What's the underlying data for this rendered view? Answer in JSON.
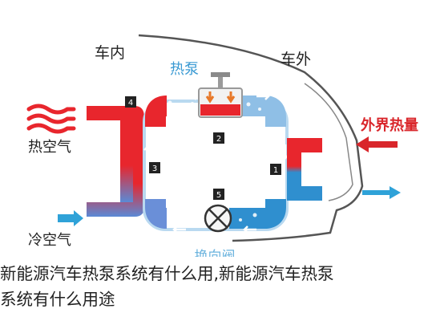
{
  "diagram": {
    "label_cabin": "车内",
    "label_outside": "车外",
    "label_heat_pump": "热泵",
    "label_external_heat": "外界热量",
    "label_hot_air": "热空气",
    "label_cold_air": "冷空气",
    "label_reversing_valve": "换向阀",
    "components": [
      {
        "number": "1"
      },
      {
        "number": "2"
      },
      {
        "number": "3"
      },
      {
        "number": "4"
      },
      {
        "number": "5"
      }
    ],
    "colors": {
      "hot": "#e8262d",
      "cold": "#2f8fcf",
      "pipe_light": "#b9d9f0",
      "arrow_red": "#d9262b",
      "arrow_blue": "#2fa2d8",
      "compressor_orange": "#e8792a"
    }
  },
  "caption": {
    "line1": "新能源汽车热泵系统有什么用,新能源汽车热泵",
    "line2": "系统有什么用途"
  }
}
